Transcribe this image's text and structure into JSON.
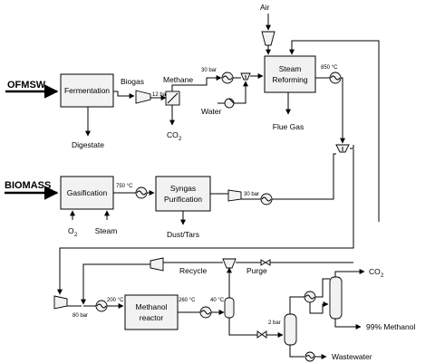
{
  "inputs": {
    "ofmsw": "OFMSW",
    "biomass": "BIOMASS",
    "air": "Air",
    "water": "Water"
  },
  "units": {
    "fermentation": "Fermentation",
    "steam_reforming_1": "Steam",
    "steam_reforming_2": "Reforming",
    "gasification": "Gasification",
    "syngas_purification_1": "Syngas",
    "syngas_purification_2": "Purification",
    "methanol_reactor_1": "Methanol",
    "methanol_reactor_2": "reactor"
  },
  "streams": {
    "biogas": "Biogas",
    "methane": "Methane",
    "co2_a": "CO",
    "co2_a_sub": "2",
    "digestate": "Digestate",
    "flue_gas": "Flue Gas",
    "o2": "O",
    "o2_sub": "2",
    "steam": "Steam",
    "dust_tars": "Dust/Tars",
    "recycle": "Recycle",
    "purge": "Purge",
    "co2_b": "CO",
    "co2_b_sub": "2",
    "methanol_product": "99% Methanol",
    "wastewater": "Wastewater"
  },
  "conditions": {
    "p12": "12 bar",
    "p30a": "30 bar",
    "t850": "850 °C",
    "t750": "750 °C",
    "p30b": "30 bar",
    "p80": "80 bar",
    "t200": "200 °C",
    "t260": "260 °C",
    "t40": "40 °C",
    "p2": "2 bar"
  },
  "colors": {
    "line": "#000000",
    "fill": "#f2f2f2",
    "background": "#ffffff"
  }
}
